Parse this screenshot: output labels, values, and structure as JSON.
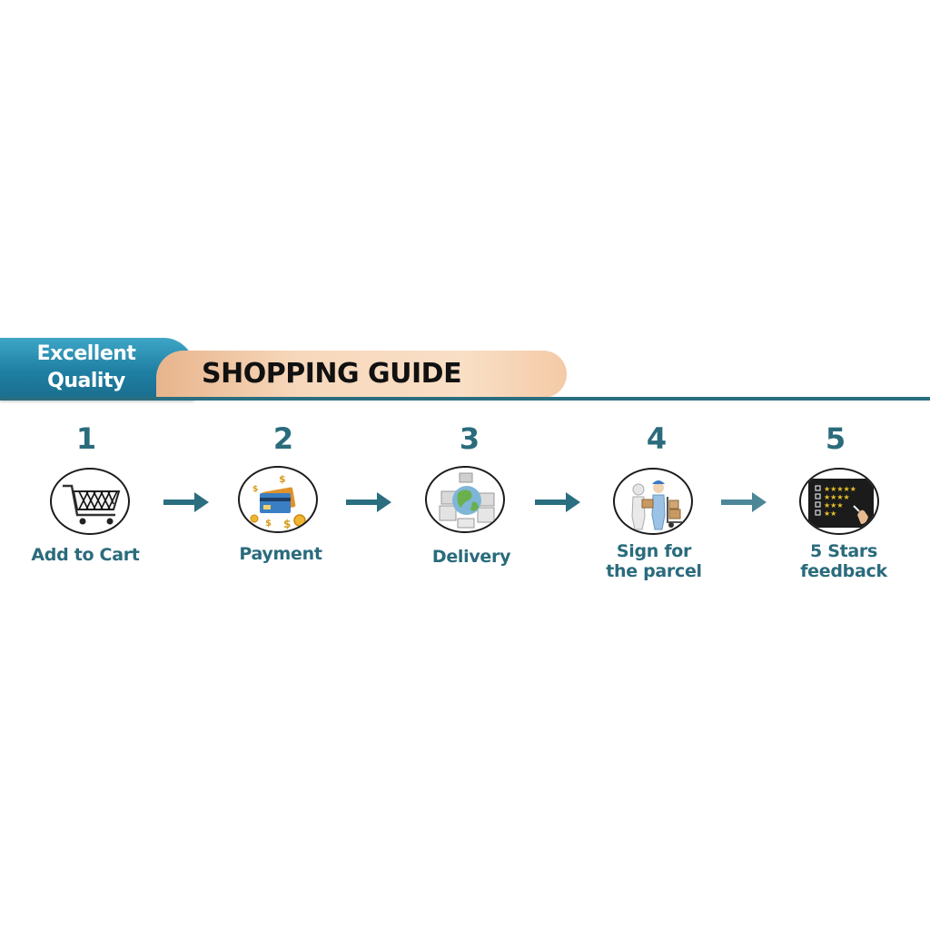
{
  "header": {
    "badge_line1": "Excellent",
    "badge_line2": "Quality",
    "title": "SHOPPING GUIDE"
  },
  "colors": {
    "teal_text": "#2a6b7c",
    "ribbon_blue": "#1f7fa3",
    "tab_peach": "#f7d8bc",
    "arrow": "#2a6e80"
  },
  "steps": [
    {
      "number": "1",
      "label_line1": "Add to Cart",
      "label_line2": "",
      "icon": "shopping-cart-icon"
    },
    {
      "number": "2",
      "label_line1": "Payment",
      "label_line2": "",
      "icon": "credit-card-coins-icon"
    },
    {
      "number": "3",
      "label_line1": "Delivery",
      "label_line2": "",
      "icon": "globe-parcels-icon"
    },
    {
      "number": "4",
      "label_line1": "Sign for",
      "label_line2": "the parcel",
      "icon": "courier-handover-icon"
    },
    {
      "number": "5",
      "label_line1": "5 Stars",
      "label_line2": "feedback",
      "icon": "star-rating-board-icon"
    }
  ]
}
